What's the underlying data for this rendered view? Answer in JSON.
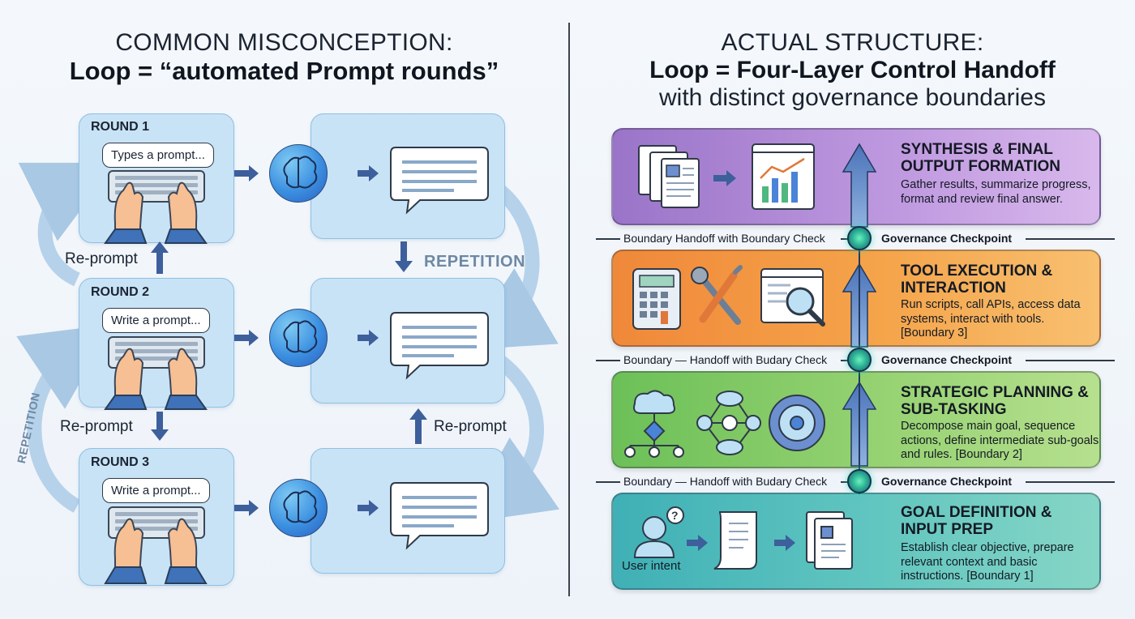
{
  "left": {
    "title_line1": "COMMON MISCONCEPTION:",
    "title_line2": "Loop = “automated Prompt rounds”",
    "rounds": [
      {
        "label": "ROUND 1",
        "prompt": "Types a prompt..."
      },
      {
        "label": "ROUND 2",
        "prompt": "Write a prompt..."
      },
      {
        "label": "ROUND 3",
        "prompt": "Write a prompt..."
      }
    ],
    "reprompt_labels": [
      "Re-prompt",
      "Re-prompt",
      "Re-prompt"
    ],
    "repetition_label": "REPETITION",
    "repetition_vertical": "REPETITION"
  },
  "right": {
    "title_line1": "ACTUAL STRUCTURE:",
    "title_line2": "Loop = Four-Layer Control Handoff",
    "title_line3": "with distinct governance boundaries",
    "layers": [
      {
        "title": "SYNTHESIS & FINAL OUTPUT FORMATION",
        "desc": "Gather results, summarize progress, format and review final answer.",
        "color": "#b48fd6"
      },
      {
        "title": "TOOL EXECUTION & INTERACTION",
        "desc": "Run scripts, call APIs, access data systems, interact with tools. [Boundary 3]",
        "color": "#f5a03c"
      },
      {
        "title": "STRATEGIC PLANNING & SUB-TASKING",
        "desc": "Decompose main goal, sequence actions, define intermediate sub-goals and rules. [Boundary 2]",
        "color": "#8fd06c"
      },
      {
        "title": "GOAL DEFINITION & INPUT PREP",
        "desc": "Establish clear objective, prepare relevant context and basic instructions. [Boundary 1]",
        "color": "#5cc3c0"
      }
    ],
    "boundaries": [
      {
        "left": "Boundary  Handoff with Boundary Check",
        "right": "Governance Checkpoint"
      },
      {
        "left": "Boundary — Handoff with Budary Check",
        "right": "Governance Checkpoint"
      },
      {
        "left": "Boundary — Handoff with Budary Check",
        "right": "Governance Checkpoint"
      }
    ],
    "user_intent_label": "User intent"
  }
}
